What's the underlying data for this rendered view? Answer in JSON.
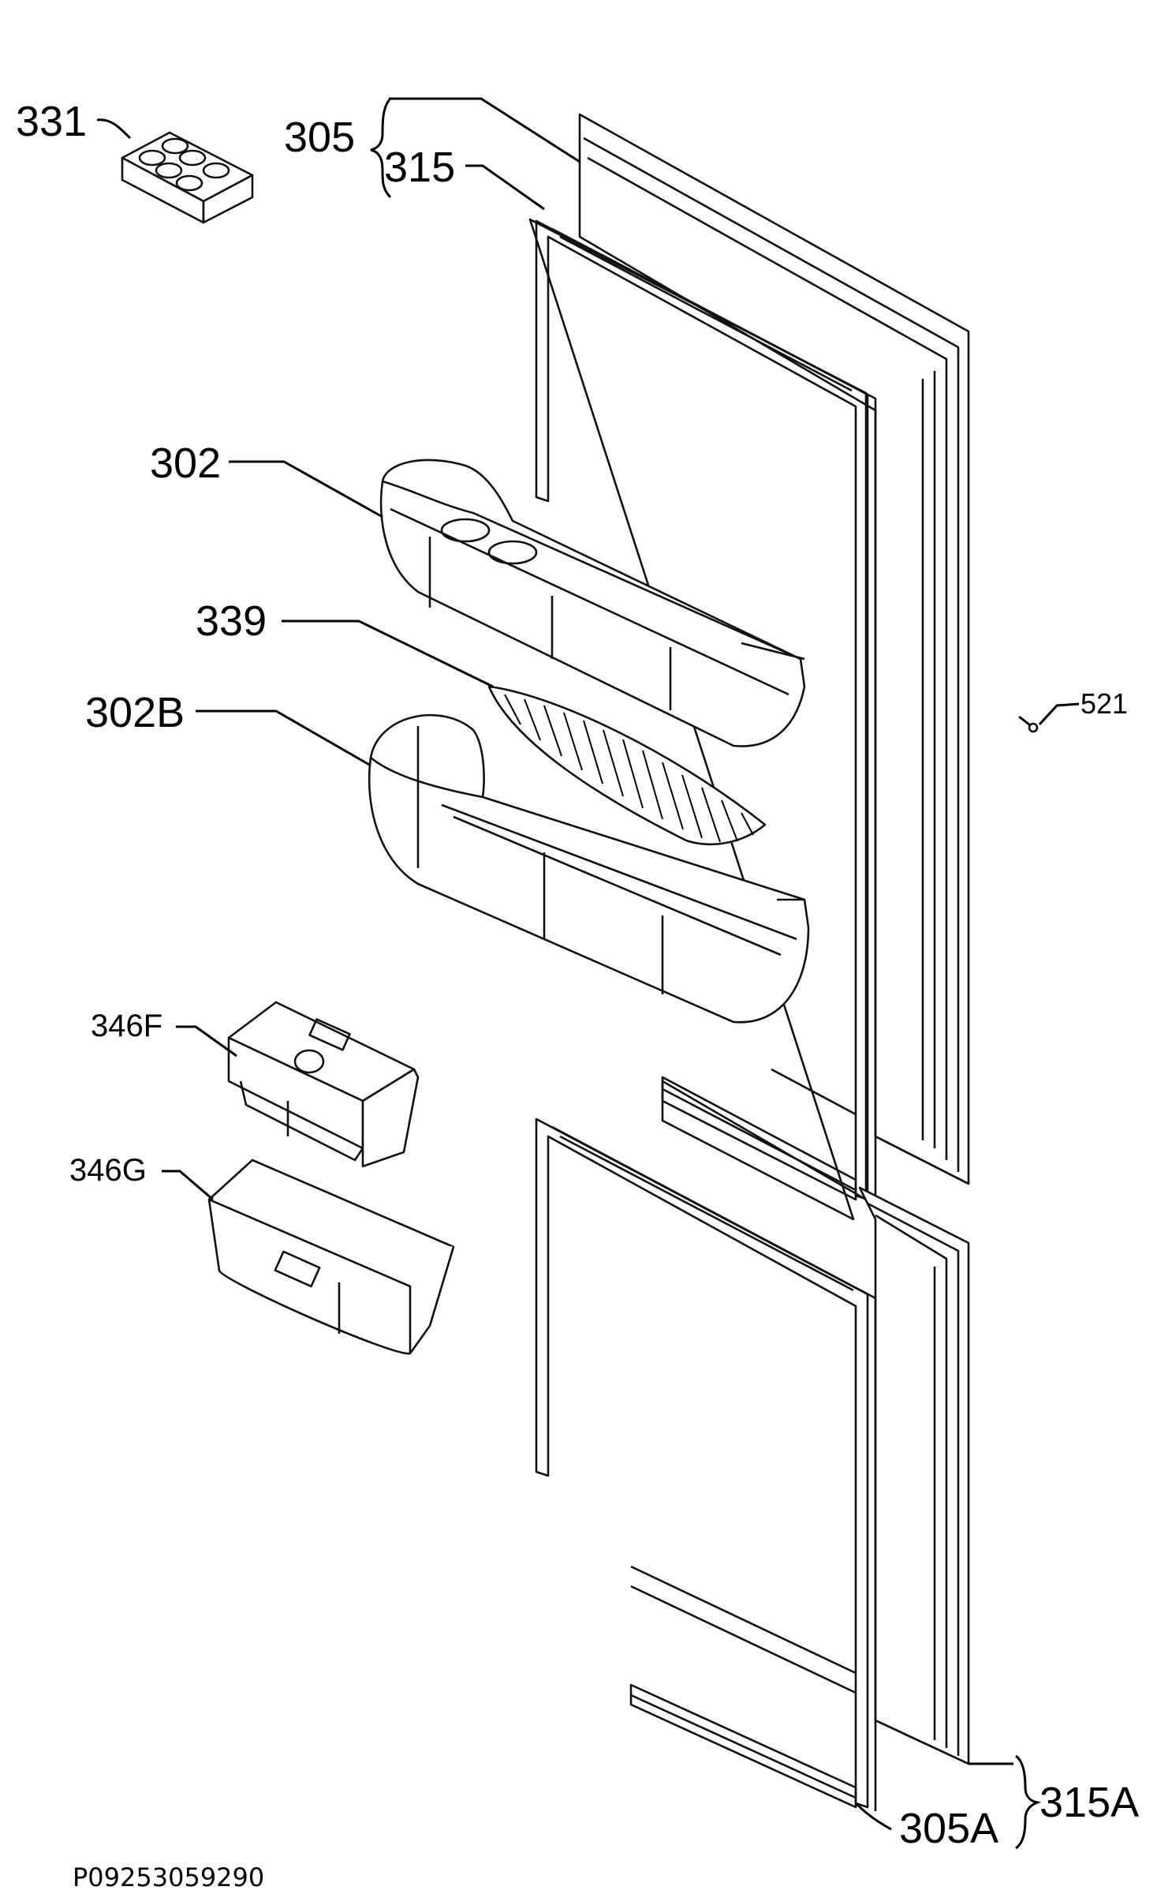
{
  "diagram_code": "P09253059290",
  "labels": {
    "p331": "331",
    "p305": "305",
    "p315": "315",
    "p302": "302",
    "p339": "339",
    "p302B": "302B",
    "p521": "521",
    "p346F": "346F",
    "p346G": "346G",
    "p315A": "315A",
    "p305A": "305A"
  }
}
